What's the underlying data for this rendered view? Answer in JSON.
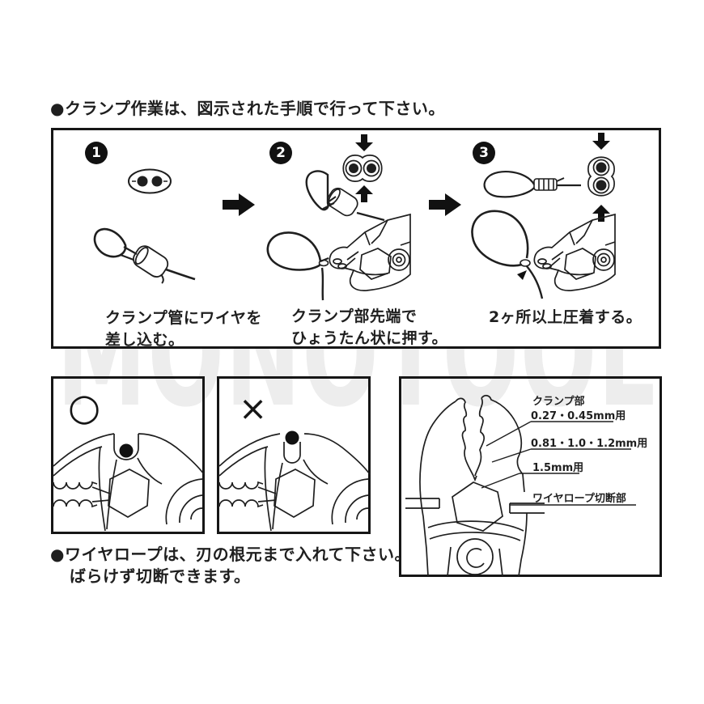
{
  "page": {
    "background": "#ffffff",
    "ink": "#1f1f1f"
  },
  "watermark": {
    "text": "MONOTOOL",
    "color": "#ededed"
  },
  "intro": {
    "text": "●クランプ作業は、図示された手順で行って下さい。"
  },
  "steps_panel": {
    "steps": [
      {
        "number": "1",
        "caption_lines": [
          "クランプ管にワイヤを",
          "差し込む。"
        ]
      },
      {
        "number": "2",
        "caption_lines": [
          "クランプ部先端で",
          "ひょうたん状に押す。"
        ]
      },
      {
        "number": "3",
        "caption_lines": [
          "2ヶ所以上圧着する。"
        ]
      }
    ]
  },
  "comparison": {
    "correct_mark": "○",
    "wrong_mark": "×"
  },
  "spec_panel": {
    "labels": {
      "clamp_header": "クランプ部",
      "size1": "0.27・0.45mm用",
      "size2": "0.81・1.0・1.2mm用",
      "size3": "1.5mm用",
      "cutter": "ワイヤロープ切断部"
    }
  },
  "footer": {
    "lines": [
      "●ワイヤロープは、刃の根元まで入れて下さい。",
      "ばらけず切断できます。"
    ]
  }
}
